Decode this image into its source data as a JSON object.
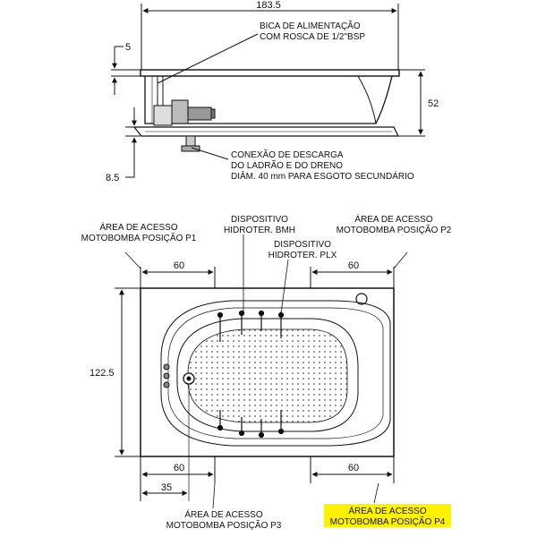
{
  "side_view": {
    "dim_length": "183.5",
    "dim_rim": "5",
    "dim_height": "52",
    "dim_base": "8.5",
    "bica_label": [
      "BICA DE ALIMENTAÇÃO",
      "COM ROSCA DE 1/2\"BSP"
    ],
    "conexao_label": [
      "CONEXÃO DE DESCARGA",
      "DO LADRÃO E DO DRENO",
      "DIÂM. 40 mm PARA ESGOTO SECUNDÁRIO"
    ]
  },
  "top_view": {
    "dim_width": "122.5",
    "dim_p1": "60",
    "dim_p2": "60",
    "dim_p3": "60",
    "dim_p4": "60",
    "dim_drain": "35",
    "label_p1": [
      "ÁREA DE ACESSO",
      "MOTOBOMBA POSIÇÃO P1"
    ],
    "label_p2": [
      "ÁREA DE ACESSO",
      "MOTOBOMBA POSIÇÃO P2"
    ],
    "label_p3": [
      "ÁREA DE ACESSO",
      "MOTOBOMBA POSIÇÃO P3"
    ],
    "label_p4": [
      "ÁREA DE ACESSO",
      "MOTOBOMBA POSIÇÃO P4"
    ],
    "label_bmh": [
      "DISPOSITIVO",
      "HIDROTER. BMH"
    ],
    "label_plx": [
      "DISPOSITIVO",
      "HIDROTER. PLX"
    ]
  },
  "colors": {
    "highlight": "#fff200",
    "ink": "#111111"
  }
}
